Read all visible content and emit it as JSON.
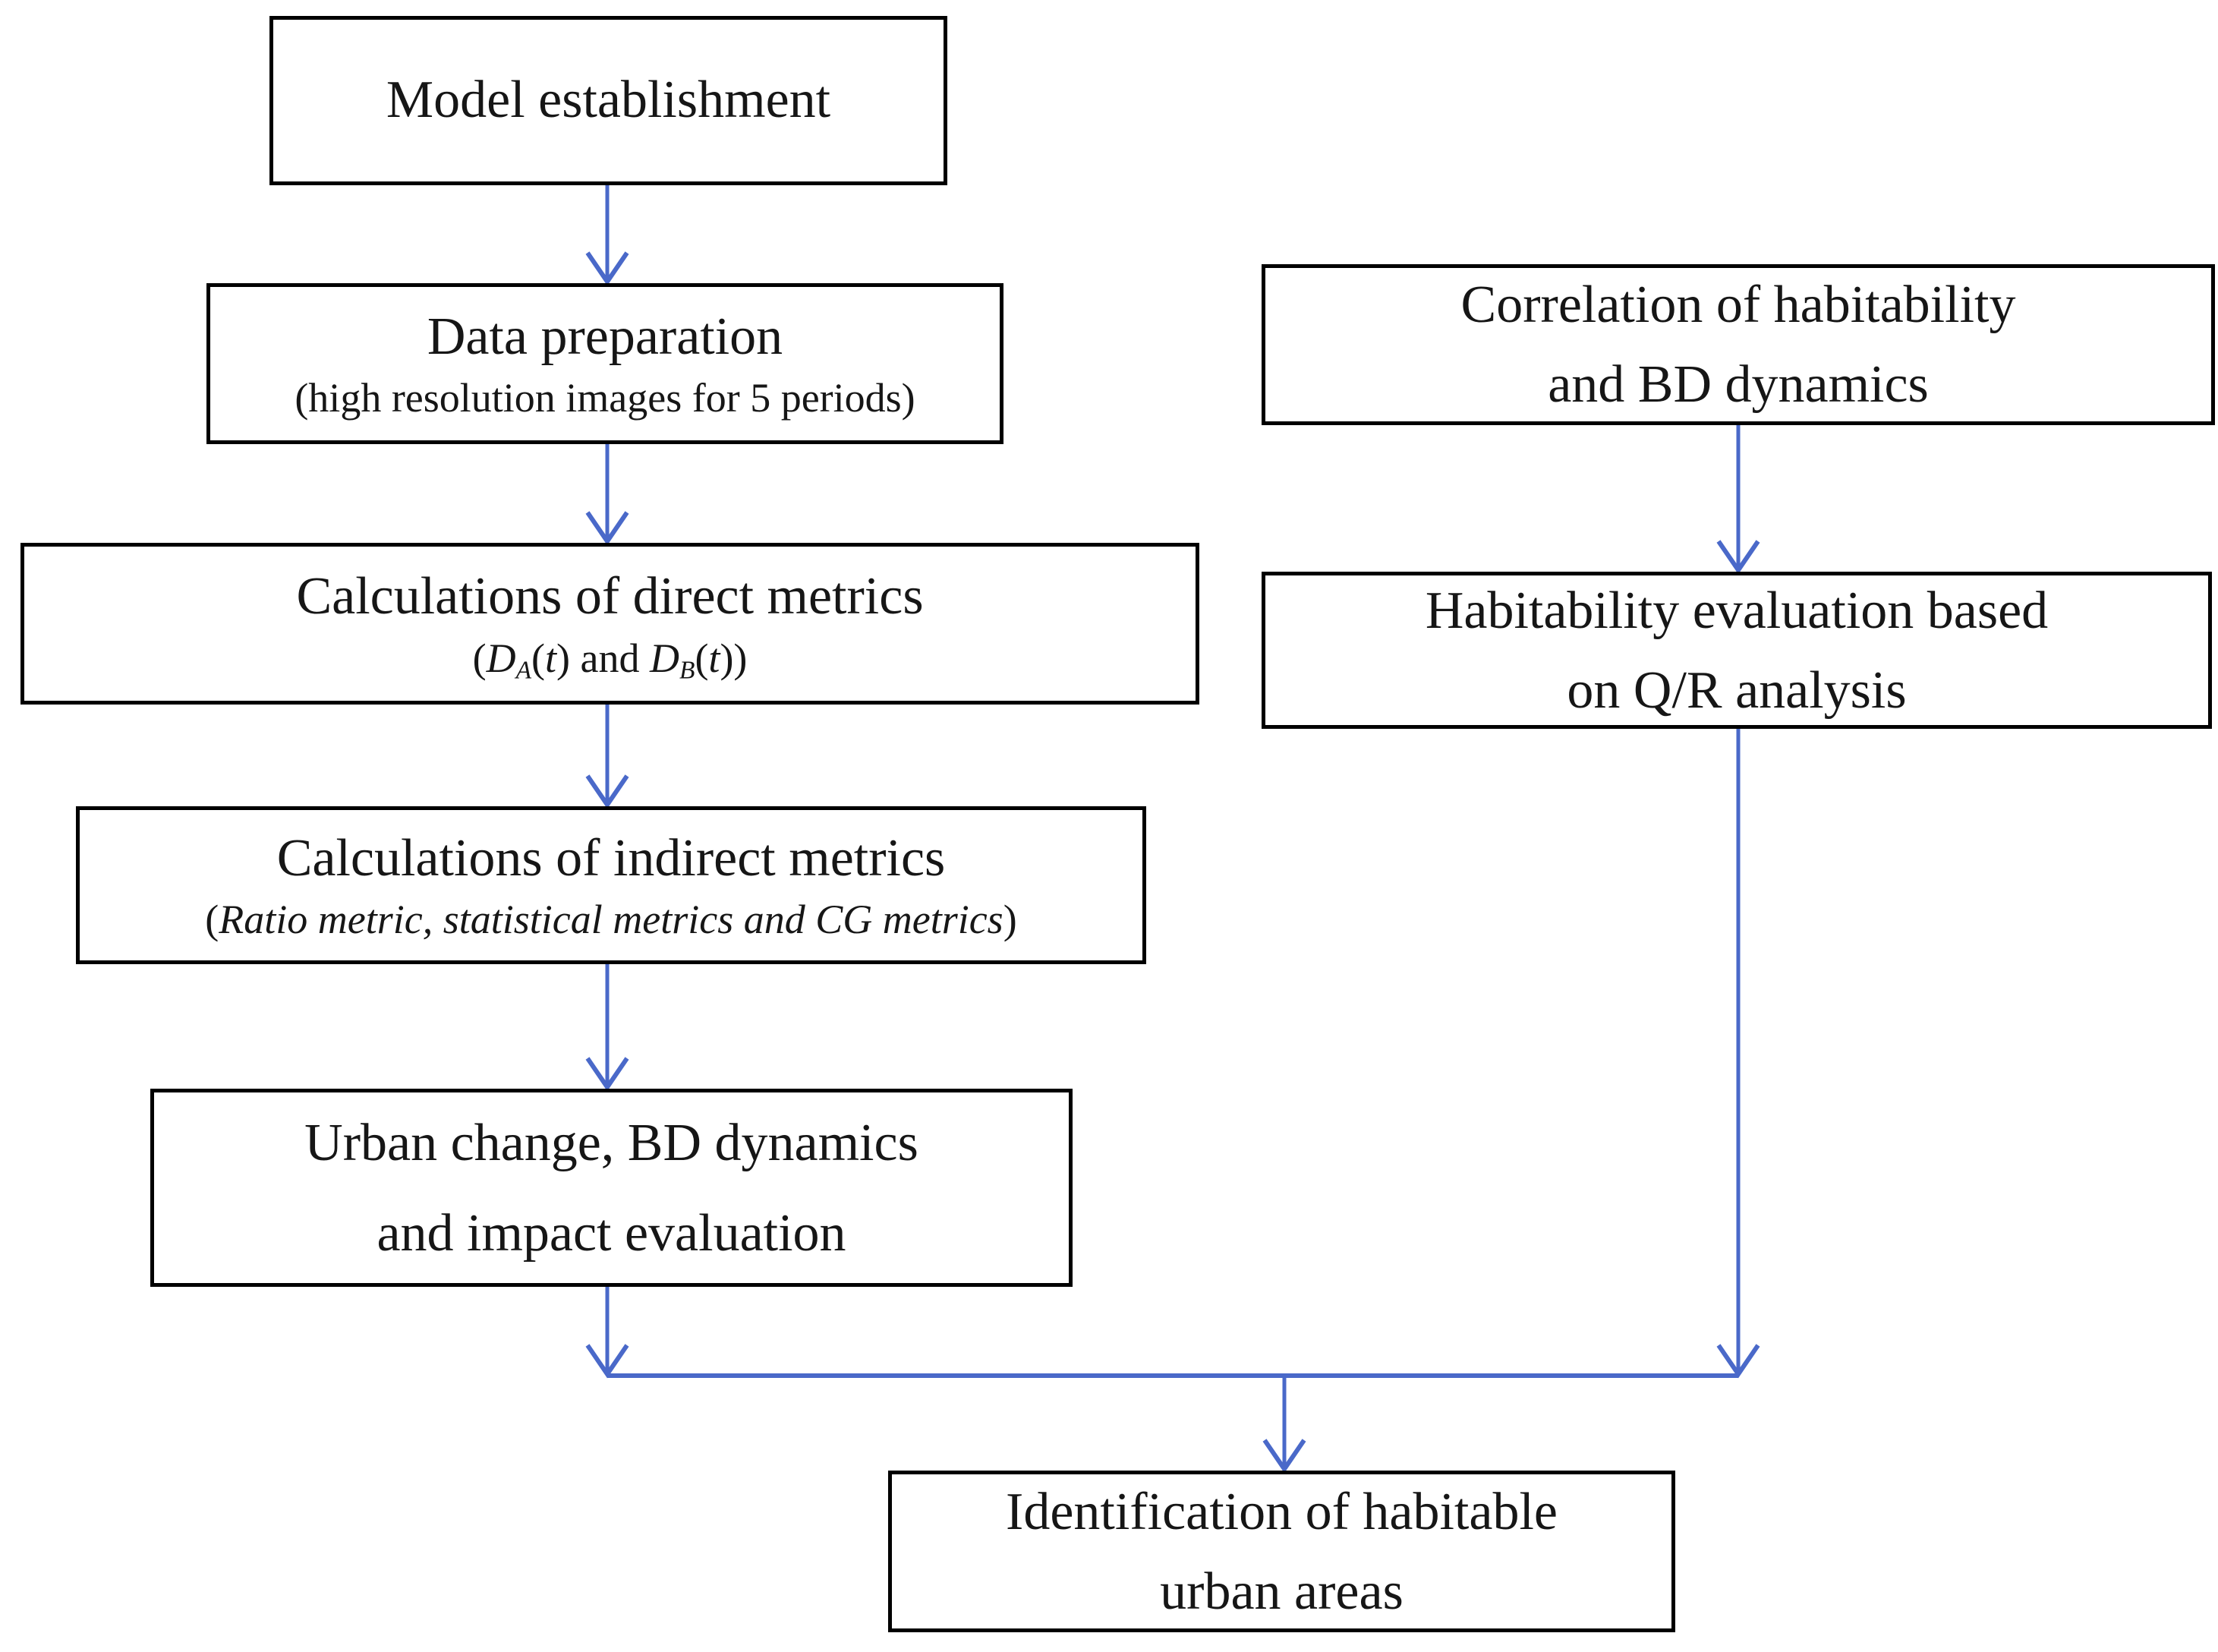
{
  "diagram": {
    "background": "#ffffff",
    "box_border_color": "#000000",
    "arrow_color": "#4a69c9",
    "boxes": {
      "model": {
        "title": "Model establishment"
      },
      "data_prep": {
        "title": "Data preparation",
        "subtitle": "(high resolution images for 5 periods)"
      },
      "direct": {
        "title": "Calculations of direct metrics",
        "sub": {
          "p0": "(",
          "d1": "D",
          "s1": "A",
          "p1": "(",
          "t1": "t",
          "p2": ")",
          "mid": " and ",
          "d2": "D",
          "s2": "B",
          "p3": "(",
          "t2": "t",
          "p4": "))"
        }
      },
      "indirect": {
        "title": "Calculations of indirect metrics",
        "sub": {
          "open": "(",
          "text": "Ratio metric, statistical metrics and CG metrics",
          "close": ")"
        }
      },
      "urban": {
        "line1": "Urban change, BD dynamics",
        "line2": "and impact evaluation"
      },
      "correlation": {
        "line1": "Correlation of habitability",
        "line2": "and BD dynamics"
      },
      "habitability": {
        "line1": "Habitability evaluation based",
        "line2": "on Q/R analysis"
      },
      "identification": {
        "line1": "Identification of habitable",
        "line2": "urban areas"
      }
    }
  }
}
